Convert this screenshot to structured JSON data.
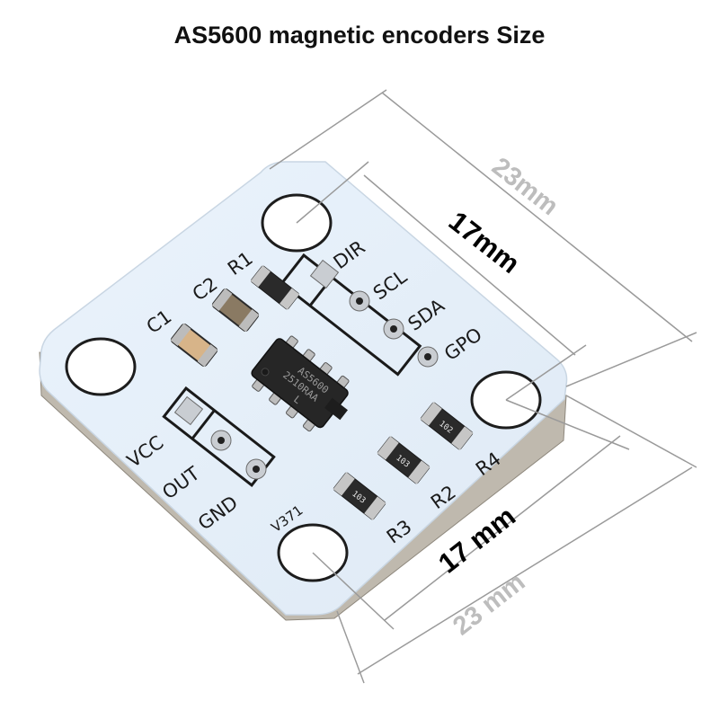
{
  "title": "AS5600 magnetic encoders Size",
  "dimensions": {
    "inner_top": "17mm",
    "outer_top": "23mm",
    "inner_bottom": "17 mm",
    "outer_bottom": "23 mm"
  },
  "silkscreen": {
    "header_right": [
      "DIR",
      "SCL",
      "SDA",
      "GPO"
    ],
    "header_left": [
      "VCC",
      "OUT",
      "GND"
    ],
    "version": "V371"
  },
  "components": {
    "resistors": [
      "R1",
      "R2",
      "R3",
      "R4"
    ],
    "capacitors": [
      "C1",
      "C2"
    ],
    "resistor_codes": {
      "r2": "103",
      "r3": "103",
      "r4": "102"
    }
  },
  "chip": {
    "line1": "AS5600",
    "line2": "2510RAA",
    "line3": "L"
  },
  "colors": {
    "board": "#e6f1fb",
    "board_edge": "#b8b1a5",
    "chip": "#262626",
    "dimension_line": "#9a9a9a"
  }
}
